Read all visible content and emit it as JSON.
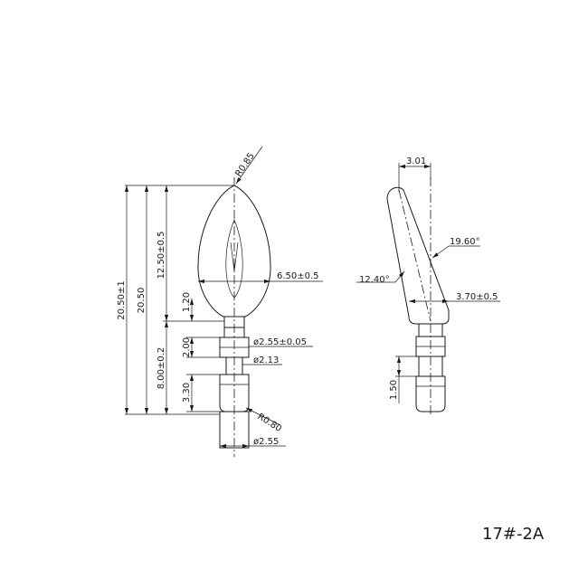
{
  "front_view": {
    "radius_tip": "R0.85",
    "overall_length_tol": "20.50±1",
    "overall_length": "20.50",
    "bulb_length": "12.50±0.5",
    "bulb_diameter": "6.50±0.5",
    "neck_length": "1.20",
    "groove_length": "2.00",
    "groove_diameter": "ø2.55±0.05",
    "base_length": "8.00±0.2",
    "neck_diameter": "ø2.13",
    "shank_length": "3.30",
    "radius_end": "R0.80",
    "pin_diameter": "ø2.55"
  },
  "side_view": {
    "tip_offset": "3.01",
    "tilt_angle": "19.60°",
    "lean_angle": "12.40°",
    "base_width": "3.70±0.5",
    "pin_length": "1.50"
  },
  "model_code": "17#-2A"
}
